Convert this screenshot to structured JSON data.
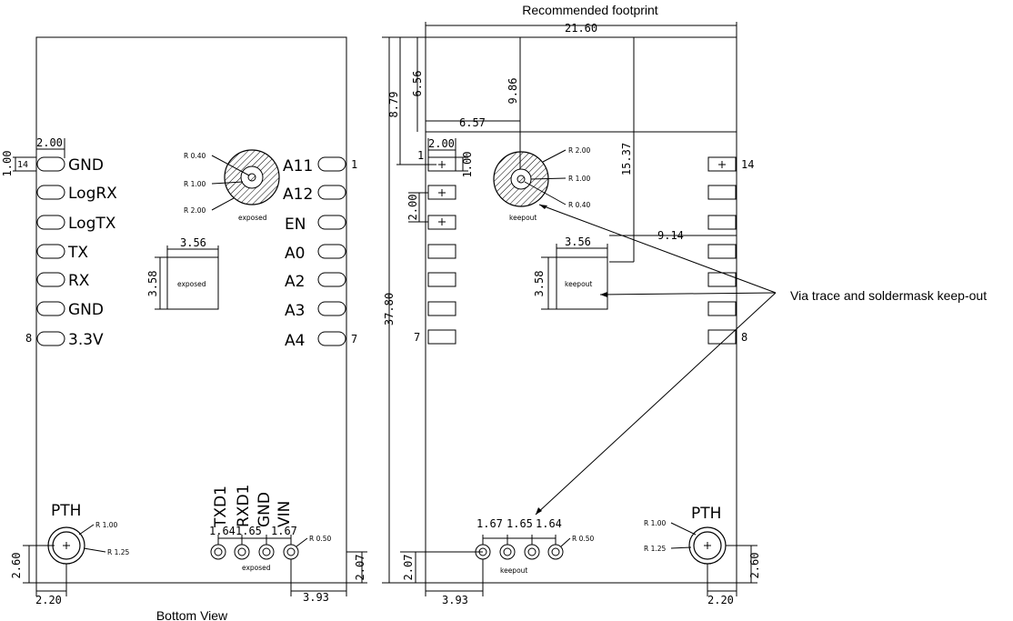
{
  "titles": {
    "bottom_view": "Bottom View",
    "recommended": "Recommended footprint",
    "note": "Via trace and soldermask keep-out"
  },
  "left": {
    "pins_left": [
      "GND",
      "LogRX",
      "LogTX",
      "TX",
      "RX",
      "GND",
      "3.3V"
    ],
    "pins_right": [
      "A11",
      "A12",
      "EN",
      "A0",
      "A2",
      "A3",
      "A4"
    ],
    "pin1": "1",
    "pin7": "7",
    "pin8": "8",
    "pth": "PTH",
    "exposed": "exposed",
    "dims": {
      "pad_w": "2.00",
      "pad_h": "1.00",
      "pad_inner": "14",
      "sq_w": "3.56",
      "sq_h": "3.58",
      "bot_h": "2.60",
      "bot_w": "2.20",
      "right_h": "2.07",
      "right_w": "3.93",
      "s1": "1.64",
      "s2": "1.65",
      "s3": "1.67",
      "r040": "R 0.40",
      "r100": "R 1.00",
      "r200": "R 2.00",
      "r125": "R 1.25",
      "r050": "R 0.50"
    },
    "bottom_pins": [
      "TXD1",
      "RXD1",
      "GND",
      "VIN"
    ]
  },
  "right": {
    "dims": {
      "width": "21.60",
      "height": "37.80",
      "d879": "8.79",
      "d656": "6.56",
      "d657": "6.57",
      "d986": "9.86",
      "d1537": "15.37",
      "d914": "9.14",
      "pad_w": "2.00",
      "pad_h": "1.00",
      "pitch": "2.00",
      "sq_w": "3.56",
      "sq_h": "3.58",
      "bot_h": "2.07",
      "bot_w": "3.93",
      "s1": "1.67",
      "s2": "1.65",
      "s3": "1.64",
      "bot_r": "2.60",
      "bot_rw": "2.20",
      "r200": "R 2.00",
      "r100": "R 1.00",
      "r040": "R 0.40",
      "r125": "R 1.25",
      "r050": "R 0.50"
    },
    "pin1": "1",
    "pin7": "7",
    "pin8": "8",
    "pin14": "14",
    "pth": "PTH",
    "keepout": "keepout"
  }
}
